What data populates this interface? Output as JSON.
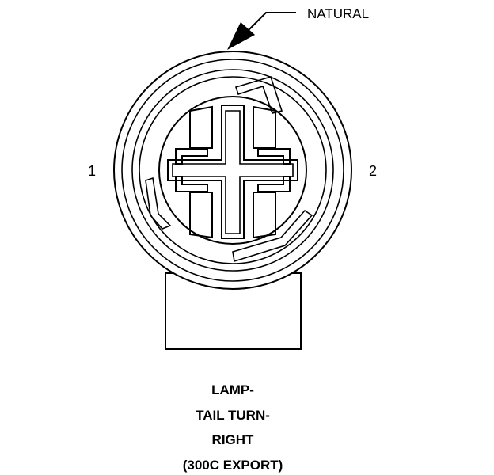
{
  "connector": {
    "color_label": "NATURAL",
    "pins": [
      "1",
      "2"
    ],
    "title_lines": [
      "LAMP-",
      "TAIL TURN-",
      "RIGHT",
      "(300C EXPORT)"
    ]
  },
  "colors": {
    "ink": "#000000",
    "background": "#ffffff"
  }
}
